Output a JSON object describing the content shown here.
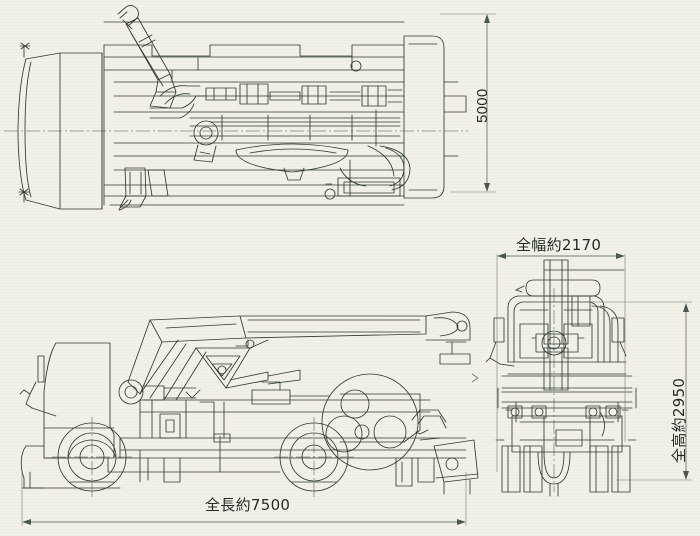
{
  "drawing": {
    "kind": "technical-orthographic-drawing",
    "subject": "truck-mounted-aerial-work-platform",
    "background_color": "#f2f1e8",
    "line_color": "#2e3a33",
    "dimension_color": "#4a5750",
    "views": [
      {
        "id": "plan-view",
        "label": "",
        "position": "top-left"
      },
      {
        "id": "side-view",
        "label": "",
        "position": "bottom-left"
      },
      {
        "id": "rear-view",
        "label": "",
        "position": "bottom-right"
      }
    ]
  },
  "dimensions": {
    "plan_vertical": {
      "value": "5000",
      "unit": "mm",
      "orientation": "vertical",
      "view": "plan-view"
    },
    "overall_width": {
      "value": "全幅約2170",
      "unit": "mm",
      "orientation": "horizontal",
      "view": "rear-view"
    },
    "overall_height": {
      "value": "全高約2950",
      "unit": "mm",
      "orientation": "vertical",
      "view": "rear-view"
    },
    "overall_length": {
      "value": "全長約7500",
      "unit": "mm",
      "orientation": "horizontal",
      "view": "side-view"
    }
  }
}
